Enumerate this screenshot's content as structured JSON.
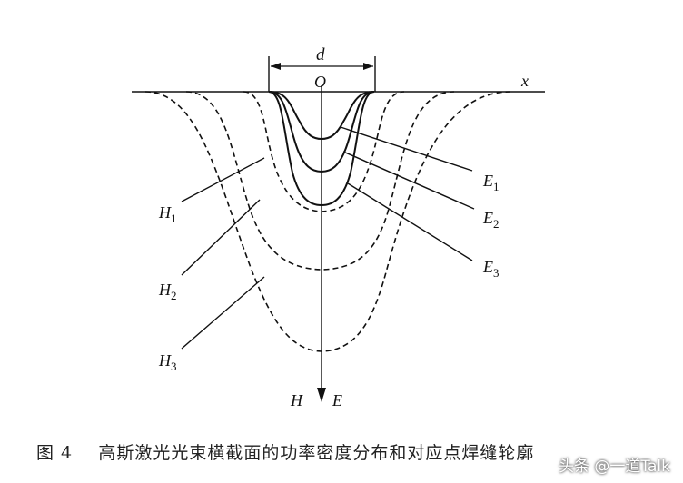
{
  "figure": {
    "labels": {
      "d": "d",
      "origin": "O",
      "x_axis": "x",
      "H": "H",
      "E": "E",
      "E1": "E",
      "E1_sub": "1",
      "E2": "E",
      "E2_sub": "2",
      "E3": "E",
      "E3_sub": "3",
      "H1": "H",
      "H1_sub": "1",
      "H2": "H",
      "H2_sub": "2",
      "H3": "H",
      "H3_sub": "3"
    },
    "line_color": "#111111"
  },
  "caption": {
    "number": "图 4",
    "text": "高斯激光光束横截面的功率密度分布和对应点焊缝轮廓"
  },
  "watermark": "头条 @一道Talk"
}
